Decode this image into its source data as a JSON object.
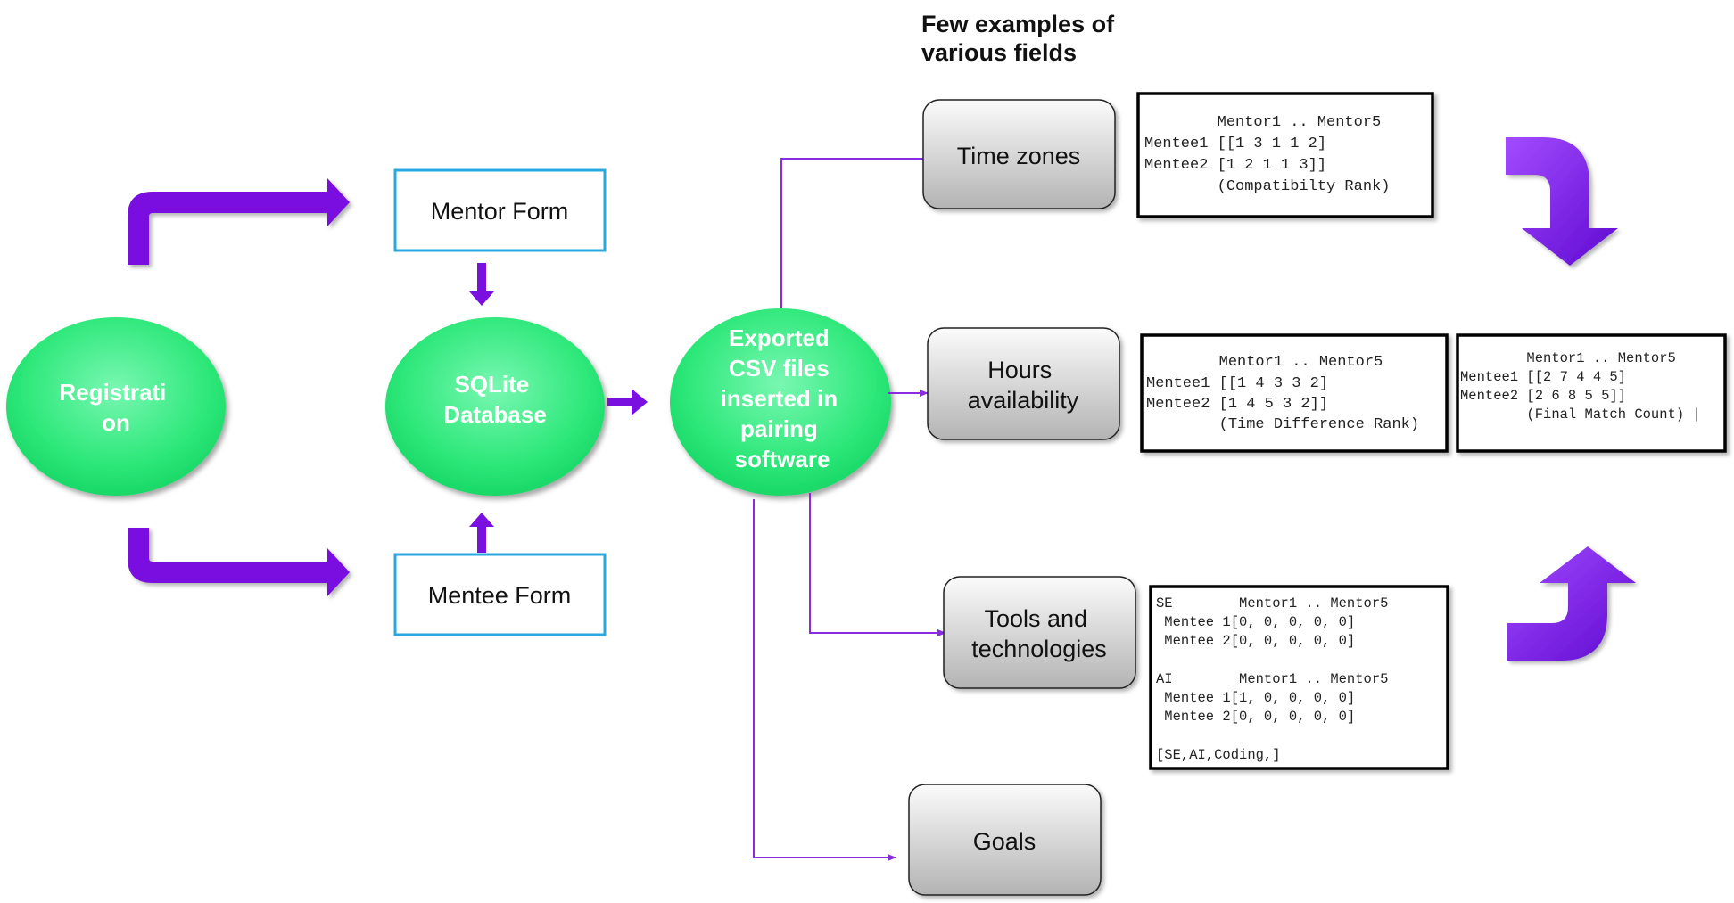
{
  "heading": [
    "Few examples of",
    "various fields"
  ],
  "nodes": {
    "registration": [
      "Registrati",
      "on"
    ],
    "sqlite": [
      "SQLite",
      "Database"
    ],
    "exported": [
      "Exported",
      "CSV files",
      "inserted in",
      "pairing",
      "software"
    ]
  },
  "forms": {
    "mentor": "Mentor Form",
    "mentee": "Mentee Form"
  },
  "fields": {
    "time_zones": [
      "Time zones"
    ],
    "hours": [
      "Hours",
      "availability"
    ],
    "tools": [
      "Tools and",
      "technologies"
    ],
    "goals": [
      "Goals"
    ]
  },
  "panels": {
    "time_zones": [
      "        Mentor1 .. Mentor5",
      "Mentee1 [[1 3 1 1 2]",
      "Mentee2 [1 2 1 1 3]]",
      "        (Compatibilty Rank)"
    ],
    "hours": [
      "        Mentor1 .. Mentor5",
      "Mentee1 [[1 4 3 3 2]",
      "Mentee2 [1 4 5 3 2]]",
      "        (Time Difference Rank)"
    ],
    "final": [
      "        Mentor1 .. Mentor5",
      "Mentee1 [[2 7 4 4 5]",
      "Mentee2 [2 6 8 5 5]]",
      "        (Final Match Count) |"
    ],
    "tools": [
      "SE        Mentor1 .. Mentor5",
      " Mentee 1[0, 0, 0, 0, 0]",
      " Mentee 2[0, 0, 0, 0, 0]",
      "",
      "AI        Mentor1 .. Mentor5",
      " Mentee 1[1, 0, 0, 0, 0]",
      " Mentee 2[0, 0, 0, 0, 0]",
      "",
      "[SE,AI,Coding,]"
    ]
  },
  "colors": {
    "arrow_purple": "#7a10e0",
    "line_purple": "#8a2be2",
    "ellipse_green": "#2ee87a",
    "form_border": "#29a8e0"
  }
}
